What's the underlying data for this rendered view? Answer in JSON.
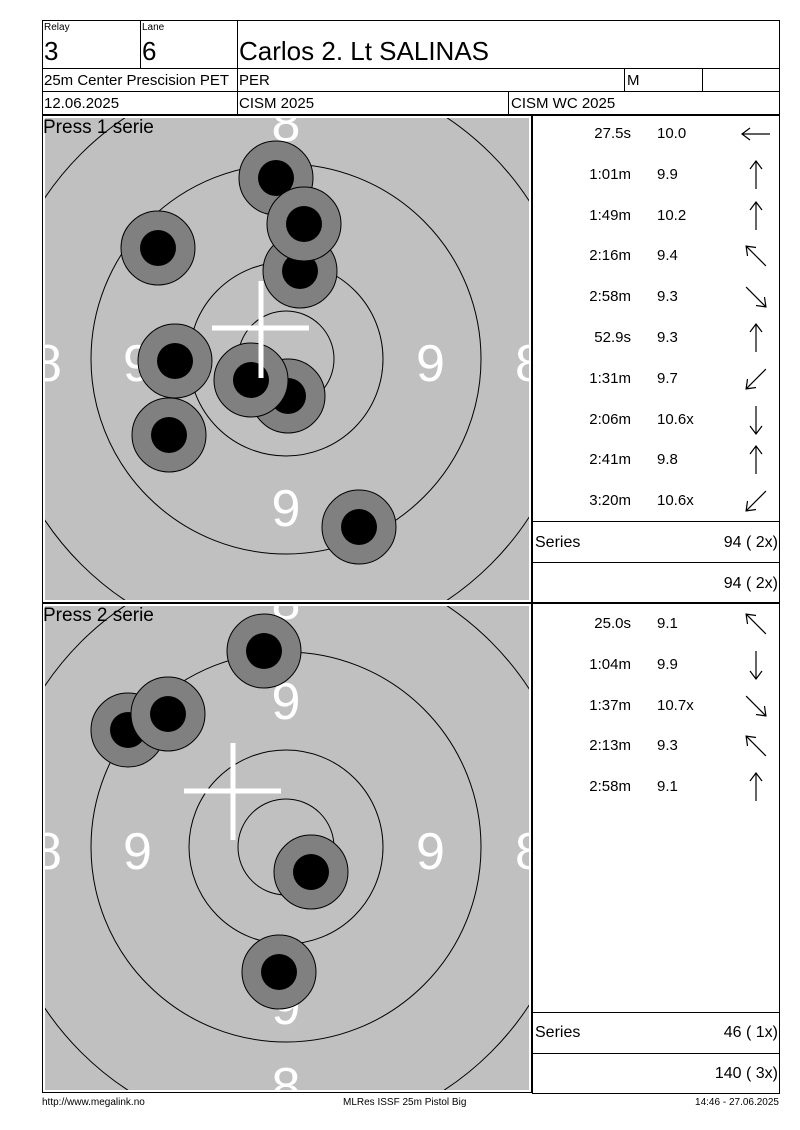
{
  "header": {
    "relay_label": "Relay",
    "relay_value": "3",
    "lane_label": "Lane",
    "lane_value": "6",
    "shooter_name": "Carlos 2. Lt SALINAS",
    "event": "25m Center Prescision PET",
    "nation": "PER",
    "gender": "M",
    "date": "12.06.2025",
    "competition": "CISM 2025",
    "match": "CISM WC 2025"
  },
  "series": [
    {
      "title": "Press 1 serie",
      "shots": [
        {
          "time": "27.5s",
          "value": "10.0",
          "direction": "left"
        },
        {
          "time": "1:01m",
          "value": "9.9",
          "direction": "up"
        },
        {
          "time": "1:49m",
          "value": "10.2",
          "direction": "up"
        },
        {
          "time": "2:16m",
          "value": "9.4",
          "direction": "up-left"
        },
        {
          "time": "2:58m",
          "value": "9.3",
          "direction": "down-right"
        },
        {
          "time": "52.9s",
          "value": "9.3",
          "direction": "up"
        },
        {
          "time": "1:31m",
          "value": "9.7",
          "direction": "down-left"
        },
        {
          "time": "2:06m",
          "value": "10.6x",
          "direction": "down"
        },
        {
          "time": "2:41m",
          "value": "9.8",
          "direction": "up"
        },
        {
          "time": "3:20m",
          "value": "10.6x",
          "direction": "down-left"
        }
      ],
      "series_label": "Series",
      "series_total": "94 ( 2x)",
      "running_total": "94 ( 2x)"
    },
    {
      "title": "Press 2 serie",
      "shots": [
        {
          "time": "25.0s",
          "value": "9.1",
          "direction": "up-left"
        },
        {
          "time": "1:04m",
          "value": "9.9",
          "direction": "down"
        },
        {
          "time": "1:37m",
          "value": "10.7x",
          "direction": "down-right"
        },
        {
          "time": "2:13m",
          "value": "9.3",
          "direction": "up-left"
        },
        {
          "time": "2:58m",
          "value": "9.1",
          "direction": "up"
        }
      ],
      "series_label": "Series",
      "series_total": "46 ( 1x)",
      "running_total": "140 ( 3x)"
    }
  ],
  "ring_labels": {
    "nine": "9",
    "eight": "8"
  },
  "footer": {
    "url": "http://www.megalink.no",
    "software": "MLRes ISSF 25m Pistol Big",
    "printed": "14:46 - 27.06.2025"
  },
  "colors": {
    "target_bg": "#c0c0c0",
    "hole_ring": "#808080",
    "hole_center": "#000000"
  }
}
